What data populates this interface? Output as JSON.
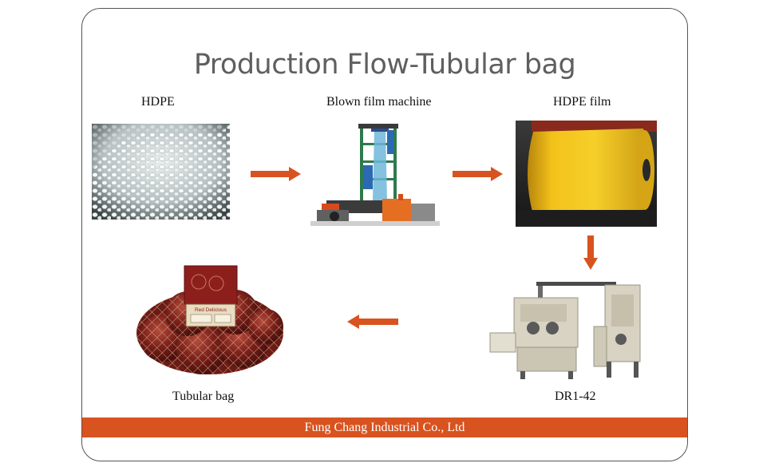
{
  "slide": {
    "title": "Production Flow-Tubular bag",
    "footer": "Fung Chang Industrial Co., Ltd"
  },
  "steps": [
    {
      "label": "HDPE",
      "image": "hdpe-pellets-photo"
    },
    {
      "label": "Blown film machine",
      "image": "blown-film-machine-photo"
    },
    {
      "label": "HDPE film",
      "image": "hdpe-film-roll-photo"
    },
    {
      "label": "DR1-42",
      "image": "dr1-42-machine-photo"
    },
    {
      "label": "Tubular bag",
      "image": "tubular-bag-photo"
    }
  ],
  "product_tag": {
    "text": "Red Delicious"
  },
  "colors": {
    "accent": "#d8531f",
    "arrow": "#d8531f",
    "film": "#f2c21a",
    "title": "#5f5f5f"
  }
}
